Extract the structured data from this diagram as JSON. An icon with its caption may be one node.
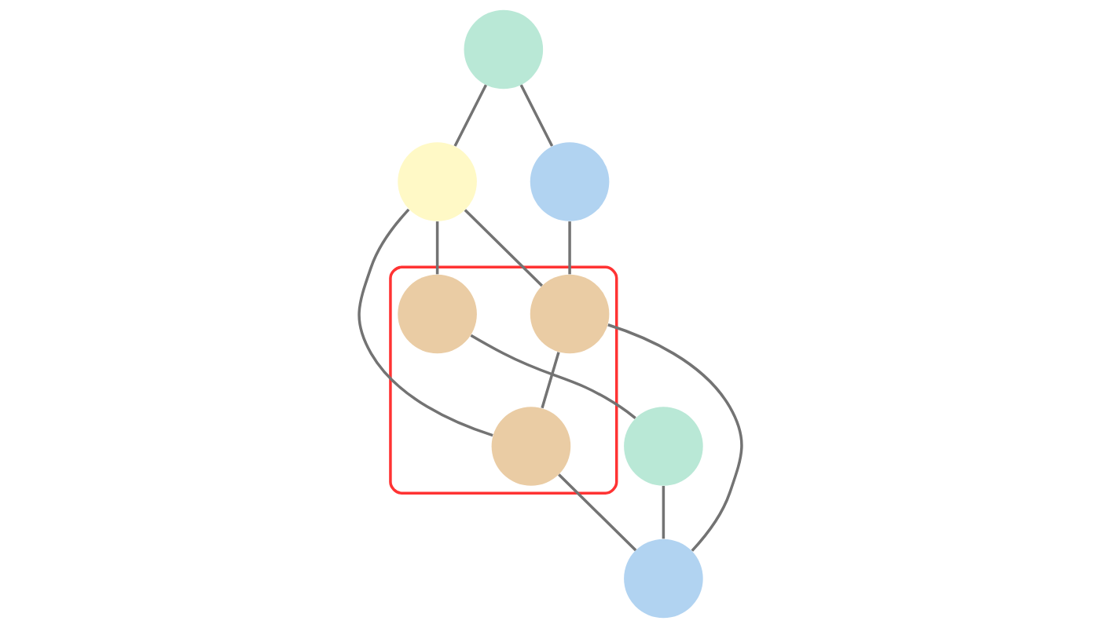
{
  "diagram": {
    "nodes": [
      {
        "text": [],
        "shape": "circle"
      },
      {
        "text": [],
        "shape": "circle"
      },
      {
        "text": [],
        "shape": "ellipse"
      },
      {
        "text": [],
        "shape": "circle",
        "in": 2
      },
      {
        "text": [],
        "shape": "circle"
      },
      {
        "text": [],
        "shape": "circle",
        "in": 2
      },
      {
        "text": [],
        "shape": "circle",
        "in": 2
      },
      {
        "text": [],
        "shape": "circle"
      },
      {
        "text": [],
        "shape": "circle"
      }
    ],
    "edges": [
      {
        "from": 0,
        "to": 1,
        "arrow": "none"
      },
      {
        "from": 0,
        "to": 4,
        "arrow": "none"
      },
      {
        "from": 1,
        "to": 3,
        "arrow": "none"
      },
      {
        "from": 1,
        "to": 5,
        "arrow": "none"
      },
      {
        "from": 1,
        "to": 6,
        "arrow": "none"
      },
      {
        "from": 4,
        "to": 6,
        "arrow": "none"
      },
      {
        "from": 6,
        "to": 5,
        "arrow": "none"
      },
      {
        "from": 6,
        "to": 8,
        "arrow": "none"
      },
      {
        "from": 5,
        "to": 8,
        "arrow": "none"
      },
      {
        "from": 3,
        "to": 7,
        "arrow": "none"
      },
      {
        "from": 7,
        "to": 8,
        "arrow": "none"
      }
    ]
  }
}
